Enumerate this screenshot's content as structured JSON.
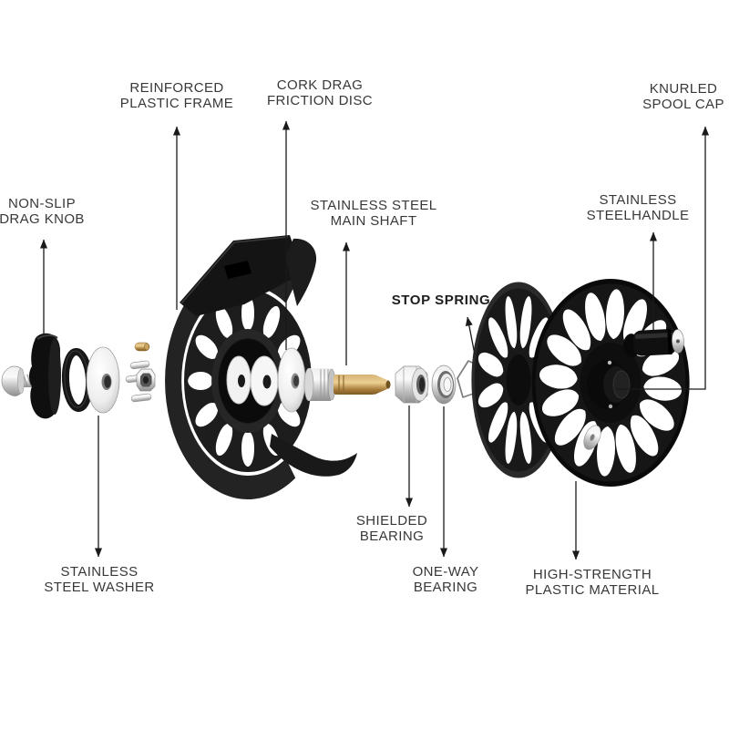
{
  "diagram": {
    "type": "exploded-parts-diagram",
    "subject": "Fly fishing reel exploded view",
    "background_color": "#ffffff",
    "label_color": "#383838",
    "leader_line_color": "#1a1a1a",
    "part_colors": {
      "plastic_black": "#161616",
      "stainless_silver": "#c9c9c9",
      "brass_gold": "#bb9254",
      "cork_disc_white": "#f4f4f4",
      "spring_wire_gray": "#7d7d7d"
    },
    "labels": [
      {
        "id": "reinforced-plastic-frame",
        "text": "REINFORCED\nPLASTIC FRAME"
      },
      {
        "id": "cork-drag-friction-disc",
        "text": "CORK DRAG\nFRICTION DISC"
      },
      {
        "id": "knurled-spool-cap",
        "text": "KNURLED\nSPOOL CAP"
      },
      {
        "id": "non-slip-drag-knob",
        "text": "NON-SLIP\nDRAG KNOB"
      },
      {
        "id": "stainless-steel-main-shaft",
        "text": "STAINLESS STEEL\nMAIN SHAFT"
      },
      {
        "id": "stainless-steel-handle",
        "text": "STAINLESS\nSTEELHANDLE"
      },
      {
        "id": "stop-spring",
        "text": "STOP SPRING"
      },
      {
        "id": "stainless-steel-washer",
        "text": "STAINLESS\nSTEEL WASHER"
      },
      {
        "id": "shielded-bearing",
        "text": "SHIELDED\nBEARING"
      },
      {
        "id": "one-way-bearing",
        "text": "ONE-WAY\nBEARING"
      },
      {
        "id": "high-strength-plastic-material",
        "text": "HIGH-STRENGTH\nPLASTIC MATERIAL"
      }
    ],
    "parts": [
      "fixing-screw",
      "drag-knob",
      "o-ring",
      "steel-washer",
      "mounting-pins",
      "hex-nut",
      "brass-pin",
      "plastic-frame",
      "cork-discs",
      "friction-disc",
      "main-shaft",
      "shielded-bearing",
      "one-way-bearing",
      "stop-spring",
      "spool-rear-flange",
      "spool-front-flange",
      "spool-hub-cap",
      "counterweight",
      "handle"
    ]
  }
}
